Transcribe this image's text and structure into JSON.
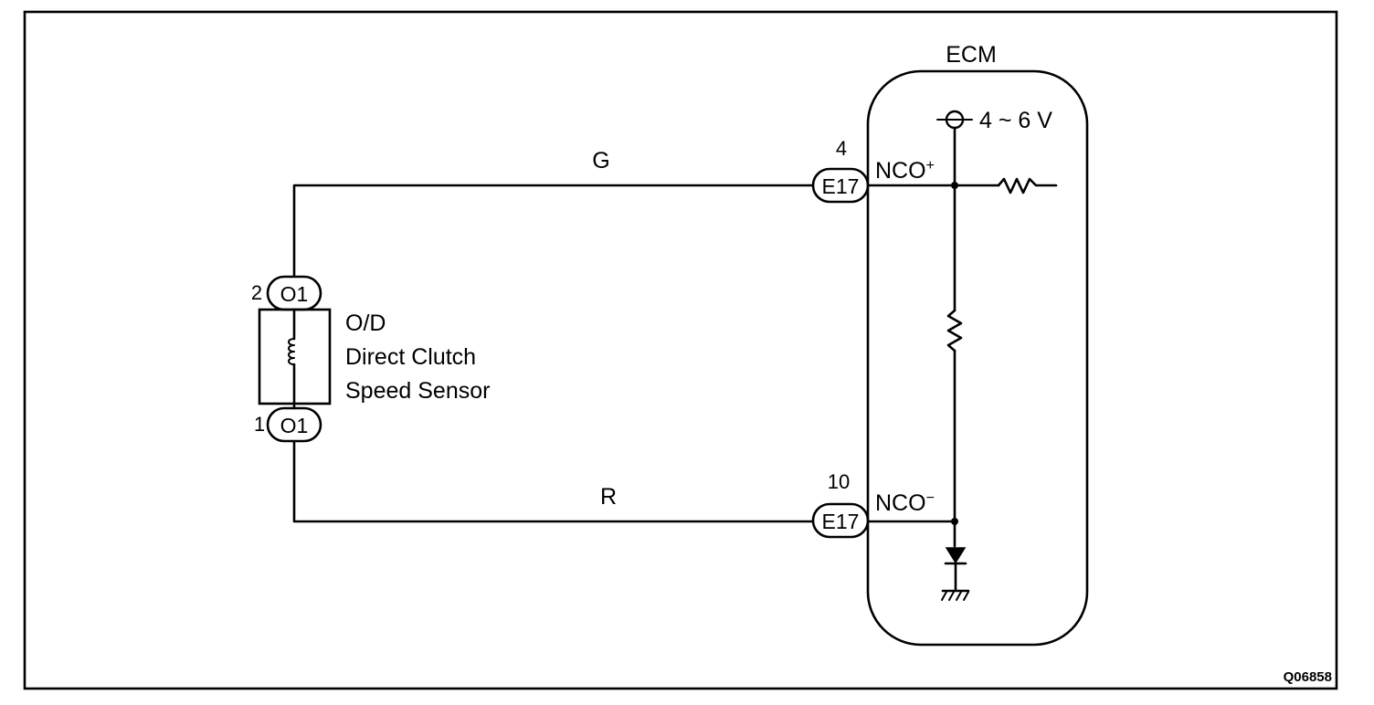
{
  "ecm": {
    "title": "ECM",
    "supply_voltage": "4 ~ 6 V",
    "terminal_plus": "NCO",
    "terminal_plus_sup": "+",
    "terminal_minus": "NCO",
    "terminal_minus_sup": "−"
  },
  "wires": {
    "upper_color": "G",
    "lower_color": "R"
  },
  "connectors": {
    "ecm_upper": {
      "code": "E17",
      "pin": "4"
    },
    "ecm_lower": {
      "code": "E17",
      "pin": "10"
    },
    "sensor_upper": {
      "code": "O1",
      "pin": "2"
    },
    "sensor_lower": {
      "code": "O1",
      "pin": "1"
    }
  },
  "sensor": {
    "line1": "O/D",
    "line2": "Direct Clutch",
    "line3": "Speed Sensor"
  },
  "figure_code": "Q06858"
}
